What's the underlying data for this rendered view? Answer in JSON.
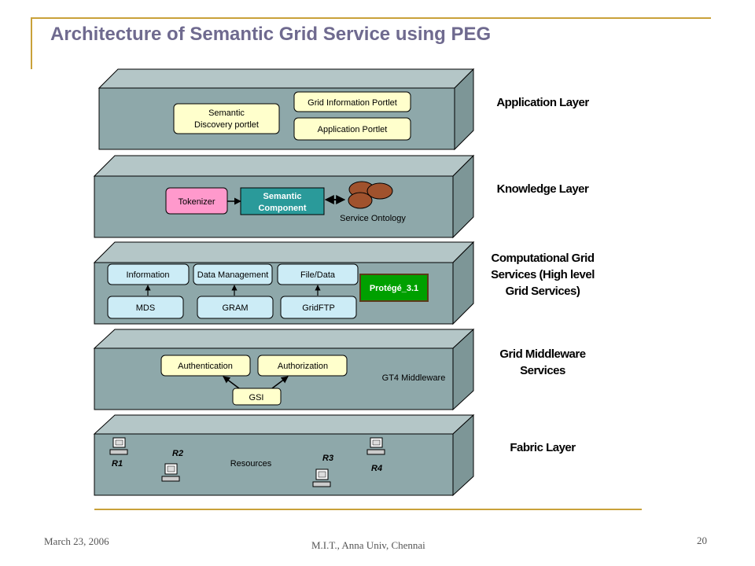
{
  "slide": {
    "title": "Architecture of Semantic Grid Service using PEG",
    "footer_date": "March 23, 2006",
    "footer_center": "M.I.T., Anna Univ, Chennai",
    "page_number": "20"
  },
  "colors": {
    "title": "#6f6a8f",
    "accent_line": "#c9a13a",
    "slab_front": "#8ea8aa",
    "slab_top": "#b4c6c7",
    "slab_side": "#7d9697",
    "box_yellow": "#ffffcc",
    "box_blue": "#ccecf6",
    "box_pink": "#ff99cc",
    "box_teal": "#2a9a9a",
    "box_green": "#00a000",
    "ontology": "#a0522d"
  },
  "layers": {
    "application": {
      "label": "Application Layer",
      "semantic_line1": "Semantic",
      "semantic_line2": "Discovery portlet",
      "grid_info": "Grid Information Portlet",
      "app_portlet": "Application Portlet"
    },
    "knowledge": {
      "label": "Knowledge Layer",
      "tokenizer": "Tokenizer",
      "semantic_line1": "Semantic",
      "semantic_line2": "Component",
      "ontology": "Service Ontology"
    },
    "computational": {
      "label_line1": "Computational Grid",
      "label_line2": "Services (High level",
      "label_line3": "Grid Services)",
      "information": "Information",
      "data_management": "Data Management",
      "file_data": "File/Data",
      "mds": "MDS",
      "gram": "GRAM",
      "gridftp": "GridFTP",
      "protege": "Protégé_3.1"
    },
    "middleware": {
      "label_line1": "Grid Middleware",
      "label_line2": "Services",
      "authentication": "Authentication",
      "authorization": "Authorization",
      "gsi": "GSI",
      "gt4": "GT4 Middleware"
    },
    "fabric": {
      "label": "Fabric Layer",
      "resources": "Resources",
      "r1": "R1",
      "r2": "R2",
      "r3": "R3",
      "r4": "R4"
    }
  }
}
